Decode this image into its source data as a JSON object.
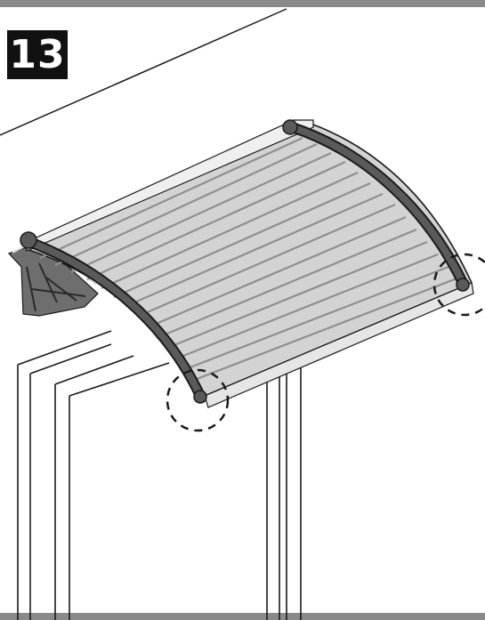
{
  "step": {
    "number": "13"
  },
  "colors": {
    "badge_bg": "#111111",
    "badge_text": "#ffffff",
    "line": "#1a1a1a",
    "panel": "#cfcfcf",
    "rib": "#8f8f8f",
    "edge_bar": "#5a5a5a"
  },
  "callouts": [
    {
      "name": "callout-left-front-corner",
      "icon": "dashed-circle"
    },
    {
      "name": "callout-right-front-corner",
      "icon": "dashed-circle"
    }
  ]
}
